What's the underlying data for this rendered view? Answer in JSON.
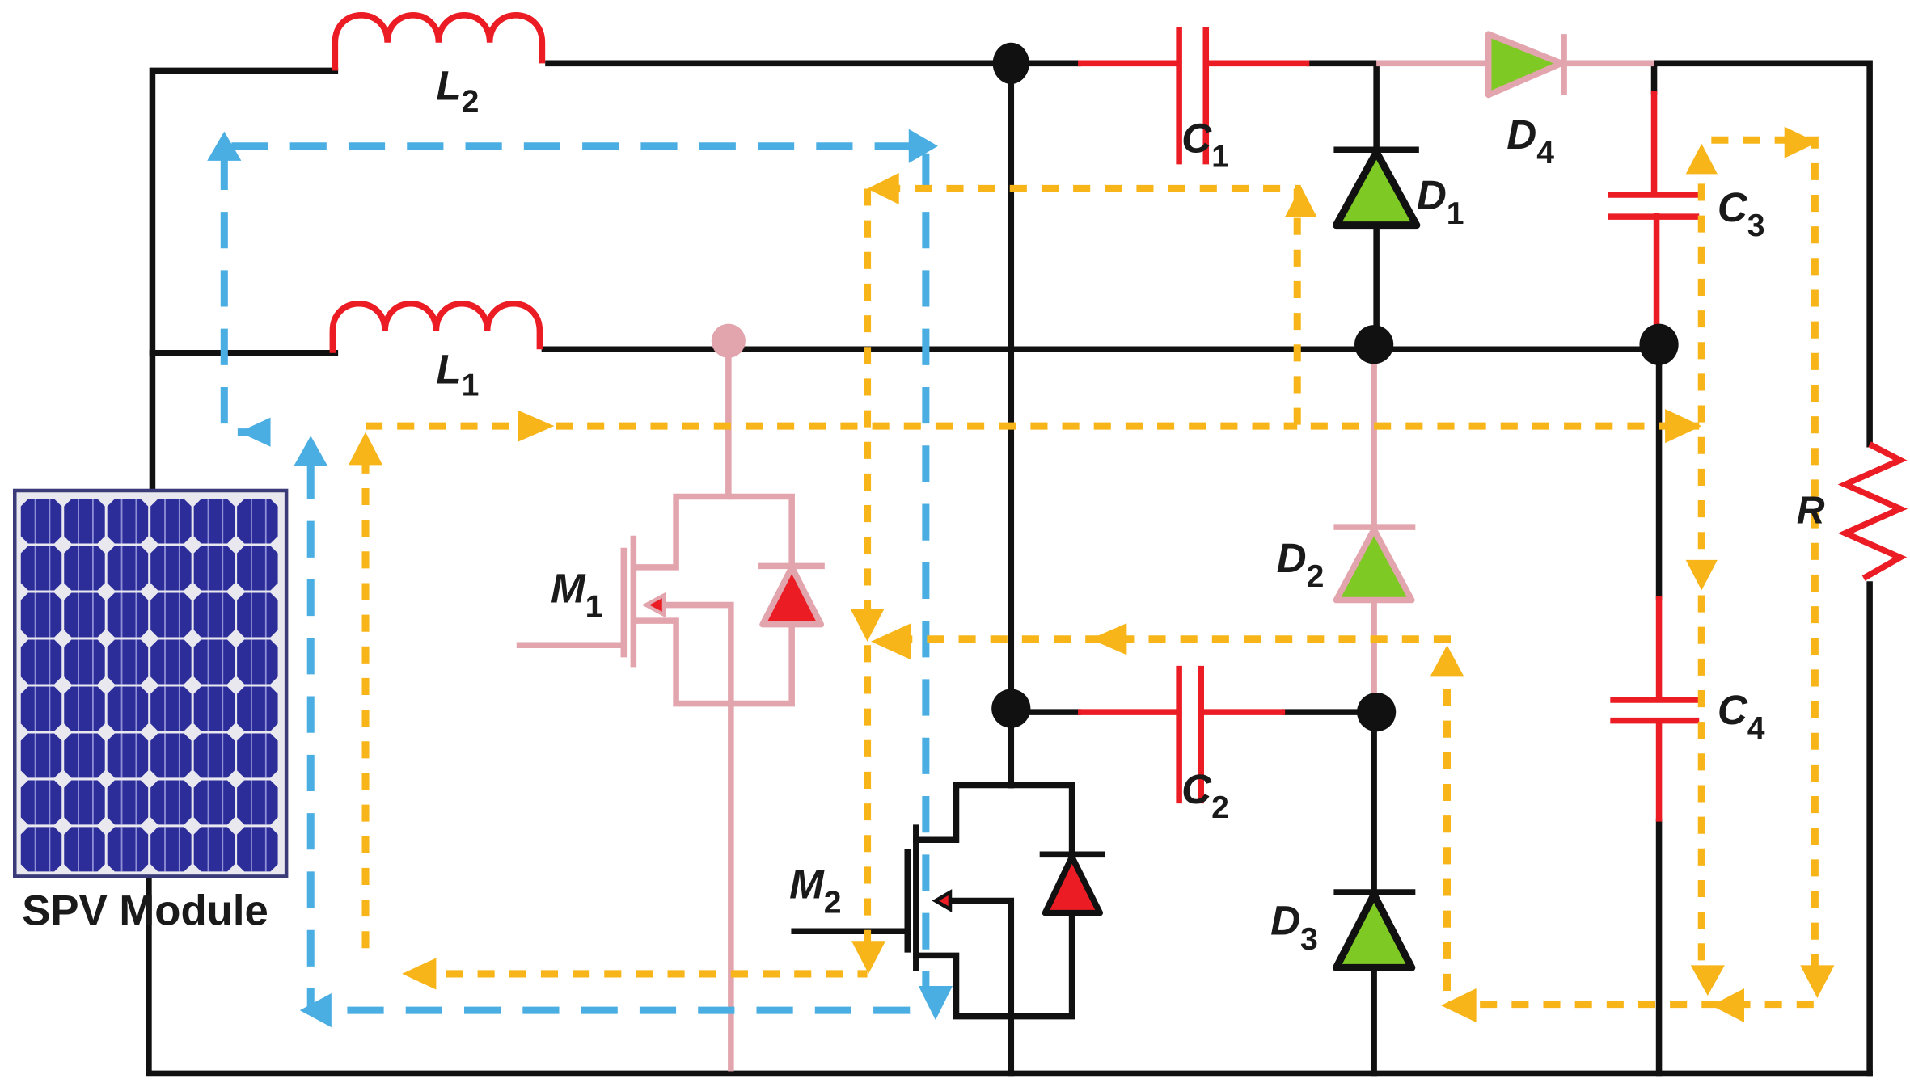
{
  "diagram": {
    "type": "circuit-schematic",
    "description": "SPV module fed high step-up converter with two switches showing current flow paths",
    "colors": {
      "wire": "#111111",
      "passive": "#ec1c24",
      "inactive": "#e2a5ad",
      "diode_fill": "#7ec924",
      "body_diode_fill": "#ec1c24",
      "path_blue": "#4aaee3",
      "path_yellow": "#f7b519",
      "panel": "#2d2d9a"
    },
    "source": {
      "label": "SPV Module"
    },
    "components": {
      "L1": {
        "letter": "L",
        "sub": "1"
      },
      "L2": {
        "letter": "L",
        "sub": "2"
      },
      "C1": {
        "letter": "C",
        "sub": "1"
      },
      "C2": {
        "letter": "C",
        "sub": "2"
      },
      "C3": {
        "letter": "C",
        "sub": "3"
      },
      "C4": {
        "letter": "C",
        "sub": "4"
      },
      "D1": {
        "letter": "D",
        "sub": "1"
      },
      "D2": {
        "letter": "D",
        "sub": "2"
      },
      "D3": {
        "letter": "D",
        "sub": "3"
      },
      "D4": {
        "letter": "D",
        "sub": "4"
      },
      "M1": {
        "letter": "M",
        "sub": "1",
        "state": "off"
      },
      "M2": {
        "letter": "M",
        "sub": "2",
        "state": "on"
      },
      "R": {
        "letter": "R"
      }
    },
    "current_paths": [
      {
        "name": "blue-dashed",
        "through": [
          "SPV Module",
          "L2",
          "M2"
        ]
      },
      {
        "name": "yellow-dashed",
        "through": [
          "L1",
          "C1",
          "D1",
          "C2",
          "D3",
          "C3",
          "C4",
          "R",
          "M2"
        ]
      }
    ]
  }
}
